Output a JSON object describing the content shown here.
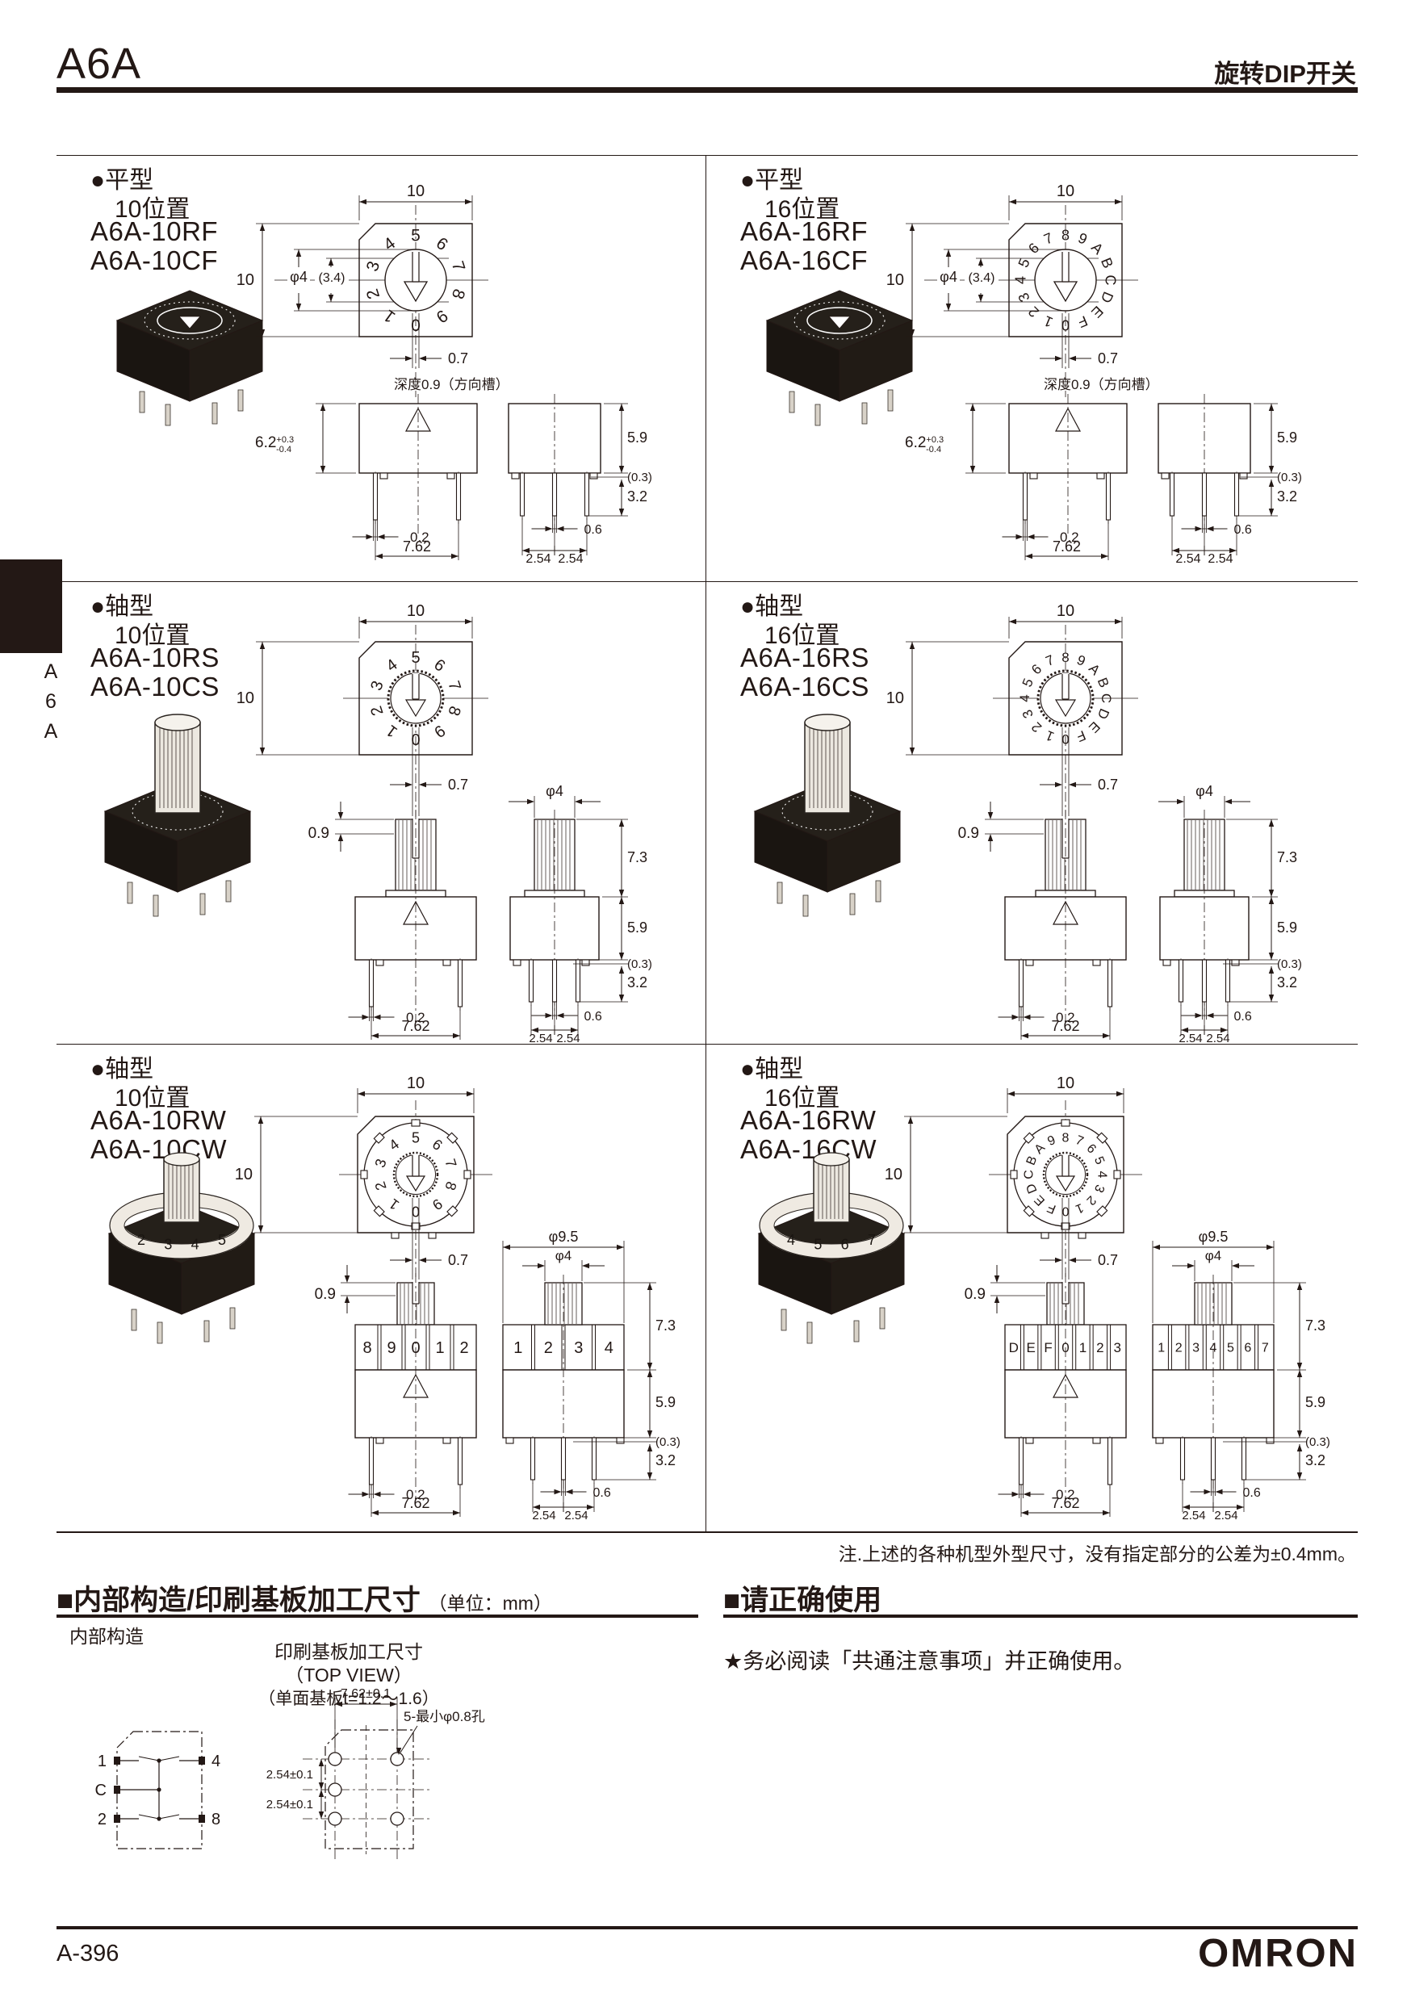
{
  "page": {
    "header": {
      "title": "A6A",
      "subtitle": "旋转DIP开关"
    },
    "sidebar": {
      "tab_label": "A6A"
    },
    "note": "注.上述的各种机型外型尺寸，没有指定部分的公差为±0.4mm。",
    "footer": {
      "page_number": "A-396",
      "logo": "OMRON"
    },
    "colors": {
      "ink": "#231815",
      "bg": "#ffffff"
    }
  },
  "panels": [
    {
      "bullet": "●平型",
      "positions": "10位置",
      "models": [
        "A6A-10RF",
        "A6A-10CF"
      ],
      "variant": "flat",
      "reverse": false,
      "dial_chars": [
        "0",
        "1",
        "2",
        "3",
        "4",
        "5",
        "6",
        "7",
        "8",
        "9"
      ],
      "dims": {
        "w": "10",
        "h": "10",
        "dial_d": "φ4",
        "dial_inner": "(3.4)",
        "slot": "0.7",
        "depth_note": "深度0.9（方向槽）",
        "body_h": "6.2",
        "tol_up": "+0.3",
        "tol_dn": "-0.4",
        "pin_off": "0.2",
        "pitch": "7.62",
        "side_h": "5.9",
        "seat": "(0.3)",
        "pin_len": "3.2",
        "pin_w": "0.6",
        "pitch2a": "2.54",
        "pitch2b": "2.54"
      }
    },
    {
      "bullet": "●平型",
      "positions": "16位置",
      "models": [
        "A6A-16RF",
        "A6A-16CF"
      ],
      "variant": "flat",
      "reverse": false,
      "dial_chars": [
        "0",
        "1",
        "2",
        "3",
        "4",
        "5",
        "6",
        "7",
        "8",
        "9",
        "A",
        "B",
        "C",
        "D",
        "E",
        "F"
      ],
      "dims": {
        "w": "10",
        "h": "10",
        "dial_d": "φ4",
        "dial_inner": "(3.4)",
        "slot": "0.7",
        "depth_note": "深度0.9（方向槽）",
        "body_h": "6.2",
        "tol_up": "+0.3",
        "tol_dn": "-0.4",
        "pin_off": "0.2",
        "pitch": "7.62",
        "side_h": "5.9",
        "seat": "(0.3)",
        "pin_len": "3.2",
        "pin_w": "0.6",
        "pitch2a": "2.54",
        "pitch2b": "2.54"
      }
    },
    {
      "bullet": "●轴型",
      "positions": "10位置",
      "models": [
        "A6A-10RS",
        "A6A-10CS"
      ],
      "variant": "shaft",
      "reverse": false,
      "dial_chars": [
        "0",
        "1",
        "2",
        "3",
        "4",
        "5",
        "6",
        "7",
        "8",
        "9"
      ],
      "dims": {
        "w": "10",
        "h": "10",
        "slot": "0.7",
        "step": "0.9",
        "pin_off": "0.2",
        "pitch": "7.62",
        "shaft_d": "φ4",
        "shaft_h": "7.3",
        "side_h": "5.9",
        "seat": "(0.3)",
        "pin_len": "3.2",
        "pin_w": "0.6",
        "pitch2a": "2.54",
        "pitch2b": "2.54"
      }
    },
    {
      "bullet": "●轴型",
      "positions": "16位置",
      "models": [
        "A6A-16RS",
        "A6A-16CS"
      ],
      "variant": "shaft",
      "reverse": false,
      "dial_chars": [
        "0",
        "1",
        "2",
        "3",
        "4",
        "5",
        "6",
        "7",
        "8",
        "9",
        "A",
        "B",
        "C",
        "D",
        "E",
        "F"
      ],
      "dims": {
        "w": "10",
        "h": "10",
        "slot": "0.7",
        "step": "0.9",
        "pin_off": "0.2",
        "pitch": "7.62",
        "shaft_d": "φ4",
        "shaft_h": "7.3",
        "side_h": "5.9",
        "seat": "(0.3)",
        "pin_len": "3.2",
        "pin_w": "0.6",
        "pitch2a": "2.54",
        "pitch2b": "2.54"
      }
    },
    {
      "bullet": "●轴型",
      "positions": "10位置",
      "models": [
        "A6A-10RW",
        "A6A-10CW"
      ],
      "variant": "knob",
      "reverse": false,
      "dial_chars": [
        "0",
        "1",
        "2",
        "3",
        "4",
        "5",
        "6",
        "7",
        "8",
        "9"
      ],
      "photo_digits": [
        "2",
        "3",
        "4",
        "5"
      ],
      "band_left": [
        "8",
        "9",
        "0",
        "1",
        "2"
      ],
      "band_right": [
        "1",
        "2",
        "3",
        "4"
      ],
      "dims": {
        "w": "10",
        "h": "10",
        "slot": "0.7",
        "step": "0.9",
        "knob_d": "φ9.5",
        "shaft_d": "φ4",
        "shaft_h": "7.3",
        "side_h": "5.9",
        "seat": "(0.3)",
        "pin_len": "3.2",
        "pin_off": "0.2",
        "pitch": "7.62",
        "pin_w": "0.6",
        "pitch2a": "2.54",
        "pitch2b": "2.54"
      }
    },
    {
      "bullet": "●轴型",
      "positions": "16位置",
      "models": [
        "A6A-16RW",
        "A6A-16CW"
      ],
      "variant": "knob",
      "reverse": true,
      "dial_chars": [
        "0",
        "1",
        "2",
        "3",
        "4",
        "5",
        "6",
        "7",
        "8",
        "9",
        "A",
        "B",
        "C",
        "D",
        "E",
        "F"
      ],
      "photo_digits": [
        "4",
        "5",
        "6",
        "7"
      ],
      "band_left": [
        "D",
        "E",
        "F",
        "0",
        "1",
        "2",
        "3"
      ],
      "band_right": [
        "1",
        "2",
        "3",
        "4",
        "5",
        "6",
        "7"
      ],
      "dims": {
        "w": "10",
        "h": "10",
        "slot": "0.7",
        "step": "0.9",
        "knob_d": "φ9.5",
        "shaft_d": "φ4",
        "shaft_h": "7.3",
        "side_h": "5.9",
        "seat": "(0.3)",
        "pin_len": "3.2",
        "pin_off": "0.2",
        "pitch": "7.62",
        "pin_w": "0.6",
        "pitch2a": "2.54",
        "pitch2b": "2.54"
      }
    }
  ],
  "construction": {
    "title": "■内部构造/印刷基板加工尺寸",
    "unit": "（单位：mm）",
    "left_label": "内部构造",
    "pcb_label": "印刷基板加工尺寸",
    "pcb_label2": "（TOP VIEW）",
    "pcb_label3": "（单面基板t=1.2～1.6）",
    "circuit": {
      "left": [
        "1",
        "C",
        "2"
      ],
      "right": [
        "4",
        "8"
      ]
    },
    "pcb": {
      "pitch_h": "7.62±0.1",
      "hole_note": "5-最小φ0.8孔",
      "pitch_v1": "2.54±0.1",
      "pitch_v2": "2.54±0.1"
    }
  },
  "usage": {
    "title": "■请正确使用",
    "text": "★务必阅读「共通注意事项」并正确使用。"
  }
}
